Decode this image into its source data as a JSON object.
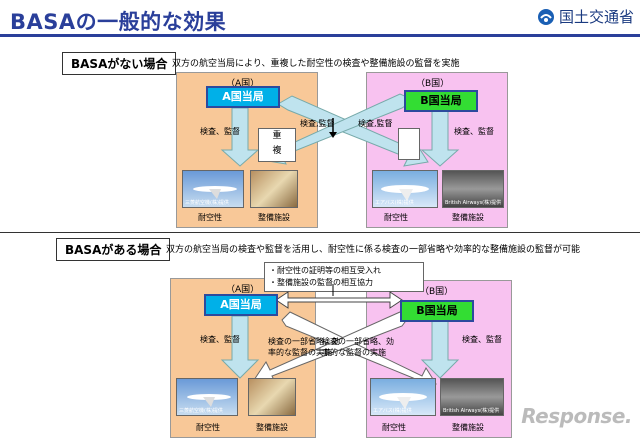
{
  "header": {
    "title": "BASAの一般的な効果",
    "ministry": "国土交通省"
  },
  "without": {
    "label": "BASAがない場合",
    "description": "双方の航空当局により、重複した耐空性の検査や整備施設の監督を実施",
    "nation_a": "（A国）",
    "nation_b": "（B国）",
    "authority_a": "A国当局",
    "authority_b": "B国当局",
    "inspect_a": "検査、監督",
    "inspect_b": "検査、監督",
    "inspect_cross": "検査,監督",
    "inspect_cross2": "検査,監督",
    "duplicate": [
      "重",
      "複"
    ],
    "airworthiness_a": "耐空性",
    "facility_a": "整備施設",
    "airworthiness_b": "耐空性",
    "facility_b": "整備施設",
    "credit_a": "三菱航空機(株)提供",
    "credit_b1": "エアバス(株)提供",
    "credit_b2": "British Airways(株)提供"
  },
  "with": {
    "label": "BASAがある場合",
    "description": "双方の航空当局の検査や監督を活用し、耐空性に係る検査の一部省略や効率的な整備施設の監督が可能",
    "mutual": [
      "・耐空性の証明等の相互受入れ",
      "・整備施設の監督の相互協力"
    ],
    "nation_a": "（A国）",
    "nation_b": "（B国）",
    "authority_a": "A国当局",
    "authority_b": "B国当局",
    "inspect_a": "検査、監督",
    "inspect_b": "検査、監督",
    "partial": [
      "検査の一部省略、効",
      "率的な監督の実施"
    ],
    "partial2": [
      "検査の一部省略、効",
      "率的な監督の実施"
    ],
    "airworthiness_a": "耐空性",
    "facility_a": "整備施設",
    "airworthiness_b": "耐空性",
    "facility_b": "整備施設",
    "credit_a": "三菱航空機(株)提供",
    "credit_b1": "エアバス(株)提供",
    "credit_b2": "British Airways(株)提供"
  },
  "watermark": "Response."
}
